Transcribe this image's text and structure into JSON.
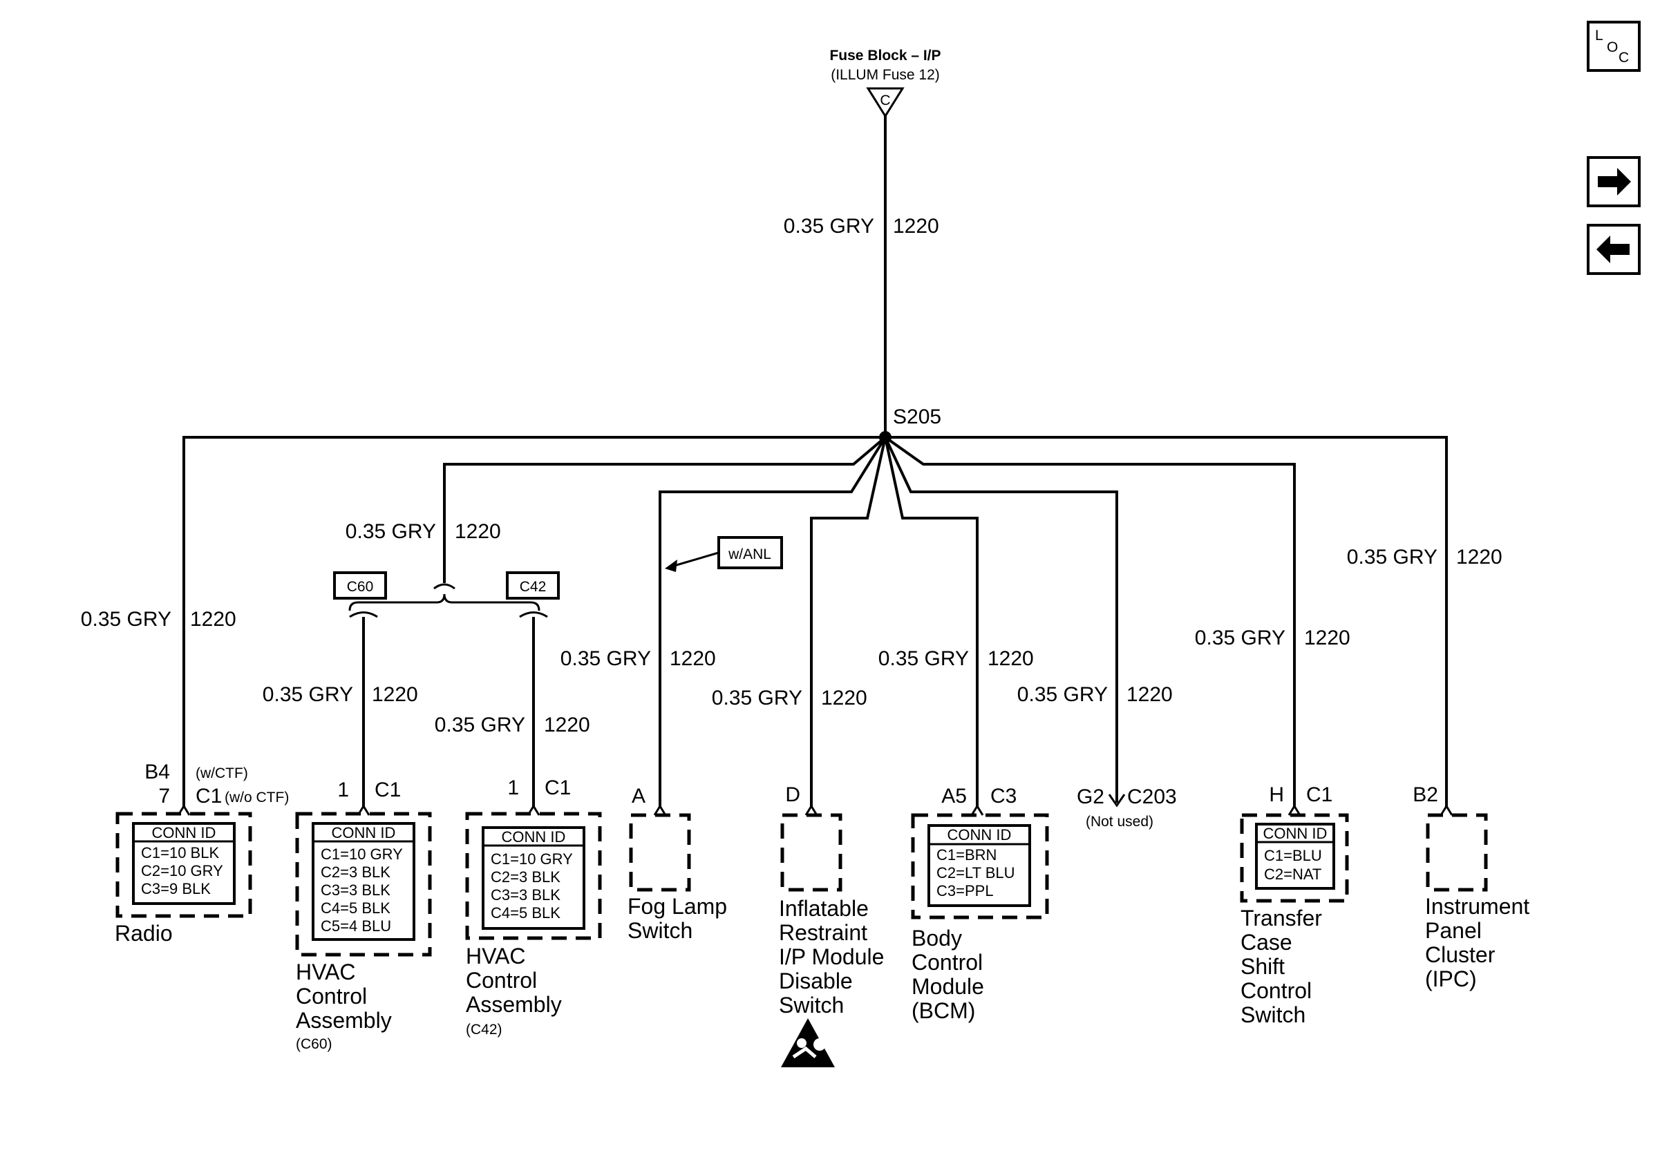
{
  "fuse": {
    "line1": "Fuse Block – I/P",
    "line2": "(ILLUM Fuse 12)",
    "pin": "C"
  },
  "wire": {
    "size_color": "0.35 GRY",
    "circuit": "1220"
  },
  "splice": "S205",
  "connectors": {
    "c60": "C60",
    "c42": "C42"
  },
  "w_anl": "w/ANL",
  "nav": {
    "loc_l": "L",
    "loc_o": "O",
    "loc_c": "C",
    "next": "→",
    "prev": "←"
  },
  "radio": {
    "pin_a": "B4",
    "pin_a_note": "(w/CTF)",
    "pin_b": "7",
    "conn": "C1",
    "conn_note": "(w/o CTF)",
    "conn_id": {
      "header": "CONN ID",
      "rows": [
        "C1=10 BLK",
        "C2=10 GRY",
        "C3=9 BLK"
      ]
    },
    "name": [
      "Radio"
    ]
  },
  "hvac_c60": {
    "pin": "1",
    "conn": "C1",
    "conn_id": {
      "header": "CONN ID",
      "rows": [
        "C1=10 GRY",
        "C2=3 BLK",
        "C3=3 BLK",
        "C4=5 BLK",
        "C5=4 BLU"
      ]
    },
    "name": [
      "HVAC",
      "Control",
      "Assembly"
    ],
    "note": "(C60)"
  },
  "hvac_c42": {
    "pin": "1",
    "conn": "C1",
    "conn_id": {
      "header": "CONN ID",
      "rows": [
        "C1=10 GRY",
        "C2=3 BLK",
        "C3=3 BLK",
        "C4=5 BLK"
      ]
    },
    "name": [
      "HVAC",
      "Control",
      "Assembly"
    ],
    "note": "(C42)"
  },
  "fog": {
    "pin": "A",
    "name": [
      "Fog Lamp",
      "Switch"
    ]
  },
  "airbag": {
    "pin": "D",
    "name": [
      "Inflatable",
      "Restraint",
      "I/P Module",
      "Disable",
      "Switch"
    ]
  },
  "bcm": {
    "pin": "A5",
    "conn": "C3",
    "conn_id": {
      "header": "CONN ID",
      "rows": [
        "C1=BRN",
        "C2=LT BLU",
        "C3=PPL"
      ]
    },
    "name": [
      "Body",
      "Control",
      "Module",
      "(BCM)"
    ]
  },
  "g2": {
    "pin": "G2",
    "conn": "C203",
    "note": "(Not used)"
  },
  "transfer": {
    "pin": "H",
    "conn": "C1",
    "conn_id": {
      "header": "CONN ID",
      "rows": [
        "C1=BLU",
        "C2=NAT"
      ]
    },
    "name": [
      "Transfer",
      "Case",
      "Shift",
      "Control",
      "Switch"
    ]
  },
  "ipc": {
    "pin": "B2",
    "name": [
      "Instrument",
      "Panel",
      "Cluster",
      "(IPC)"
    ]
  }
}
